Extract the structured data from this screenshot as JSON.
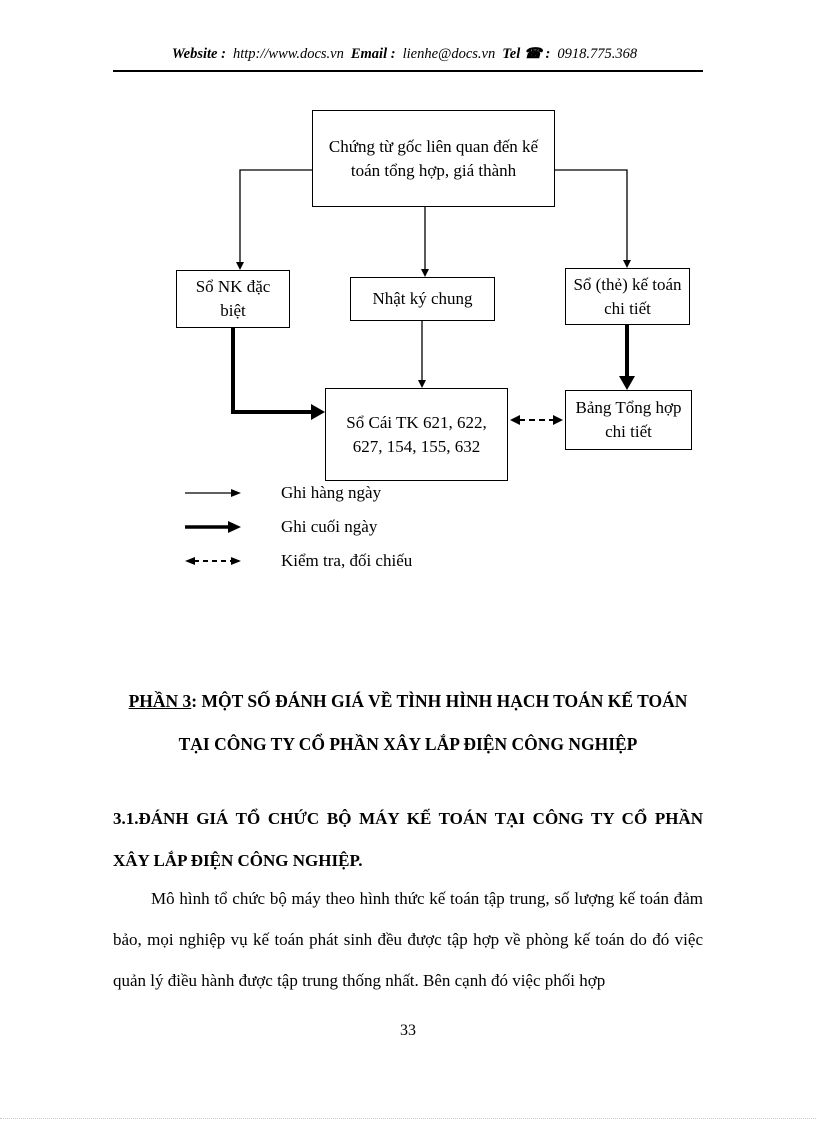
{
  "header": {
    "website_label": "Website :",
    "website_value": "http://www.docs.vn",
    "email_label": "Email :",
    "email_value": "lienhe@docs.vn",
    "tel_label": "Tel ☎ :",
    "tel_value": "0918.775.368"
  },
  "diagram": {
    "boxes": {
      "source_documents": "Chứng từ gốc liên quan đến kế toán tổng hợp, giá thành",
      "special_journal": "Sổ NK đặc biệt",
      "general_journal": "Nhật ký chung",
      "detail_ledger": "Sổ (thẻ) kế toán chi tiết",
      "general_ledger": "Sổ Cái TK 621, 622, 627, 154, 155, 632",
      "detail_summary": "Bảng Tổng hợp chi tiết"
    },
    "legend": [
      {
        "label": "Ghi hàng ngày",
        "style": "thin-arrow"
      },
      {
        "label": "Ghi cuối ngày",
        "style": "thick-arrow"
      },
      {
        "label": "Kiểm tra, đối chiếu",
        "style": "dashed-double-arrow"
      }
    ]
  },
  "section": {
    "part_label": "PHẦN 3",
    "part_title": ": MỘT SỐ ĐÁNH GIÁ VỀ TÌNH HÌNH HẠCH TOÁN KẾ TOÁN TẠI CÔNG TY CỔ PHẦN XÂY LẮP ĐIỆN CÔNG NGHIỆP",
    "subsection_title": "3.1.ĐÁNH GIÁ TỔ CHỨC BỘ MÁY KẾ TOÁN TẠI CÔNG TY CỔ PHẦN XÂY LẮP ĐIỆN CÔNG NGHIỆP.",
    "paragraph": "Mô hình tổ chức bộ máy theo hình thức kế toán tập trung, số lượng kế toán đảm bảo, mọi nghiệp vụ kế toán phát sinh đều được tập hợp về phòng kế toán do đó việc quản lý điều hành được tập trung thống nhất. Bên cạnh đó việc phối hợp"
  },
  "footer": {
    "page_number": "33"
  },
  "colors": {
    "text": "#000000",
    "background": "#ffffff"
  }
}
